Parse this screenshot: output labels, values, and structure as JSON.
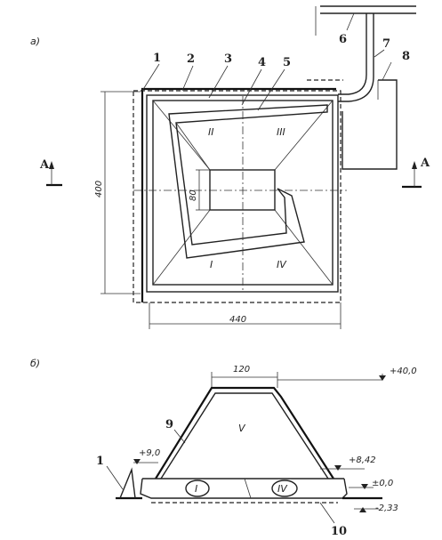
{
  "view_labels": {
    "plan": "а)",
    "section": "б)"
  },
  "callouts": [
    "1",
    "2",
    "3",
    "4",
    "5",
    "6",
    "7",
    "8",
    "9",
    "10",
    "1"
  ],
  "sections": {
    "I": "I",
    "II": "II",
    "III": "III",
    "IV": "IV",
    "V": "V",
    "I_circle": "I",
    "IV_circle": "IV"
  },
  "dimensions": {
    "height": "400",
    "width": "440",
    "inner": "80",
    "top_width": "120"
  },
  "elevations": {
    "top": "+40,0",
    "berm": "+9,0",
    "right_berm": "+8,42",
    "ground": "±0,0",
    "bottom": "-2,33"
  },
  "cut_marks": {
    "left": "A",
    "right": "A"
  }
}
